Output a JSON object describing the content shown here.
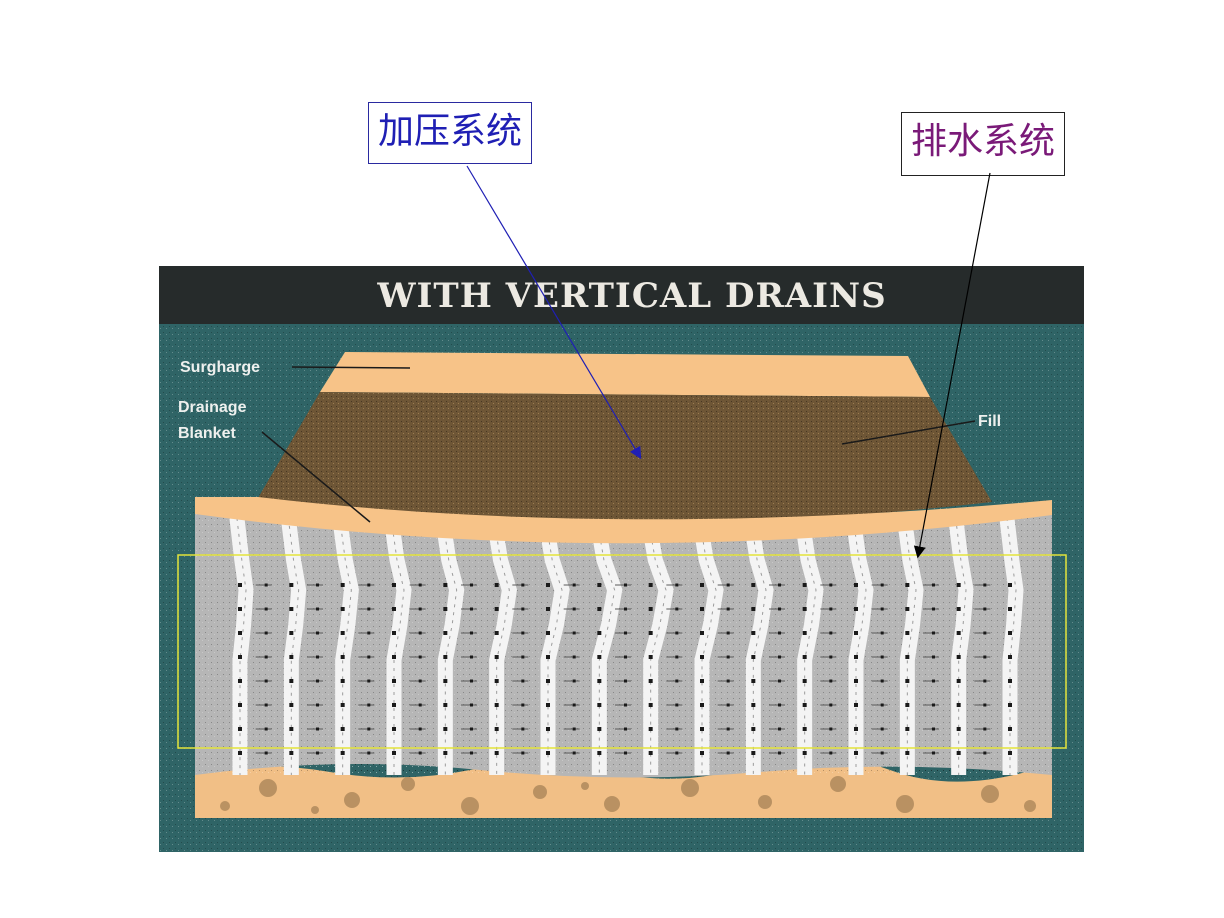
{
  "callouts": {
    "pressurization": "加压系统",
    "drainage": "排水系统"
  },
  "figure": {
    "title": "WITH VERTICAL DRAINS",
    "labels": {
      "surcharge": "Surgharge",
      "drainage_blanket_line1": "Drainage",
      "drainage_blanket_line2": "Blanket",
      "fill": "Fill"
    },
    "drain_count": 16
  },
  "colors": {
    "background_teal": "#2f6466",
    "title_bar": "#262b2b",
    "surcharge_sand": "#f7c388",
    "fill_brown": "#6e5636",
    "clay_gray": "#b6b6b6",
    "drain_white": "#f4f4f4",
    "base_sand": "#f1bf86",
    "pressure_callout_text": "#1f1fb4",
    "drainage_callout_text": "#7a1a78",
    "highlight_box": "#e3e33a"
  }
}
